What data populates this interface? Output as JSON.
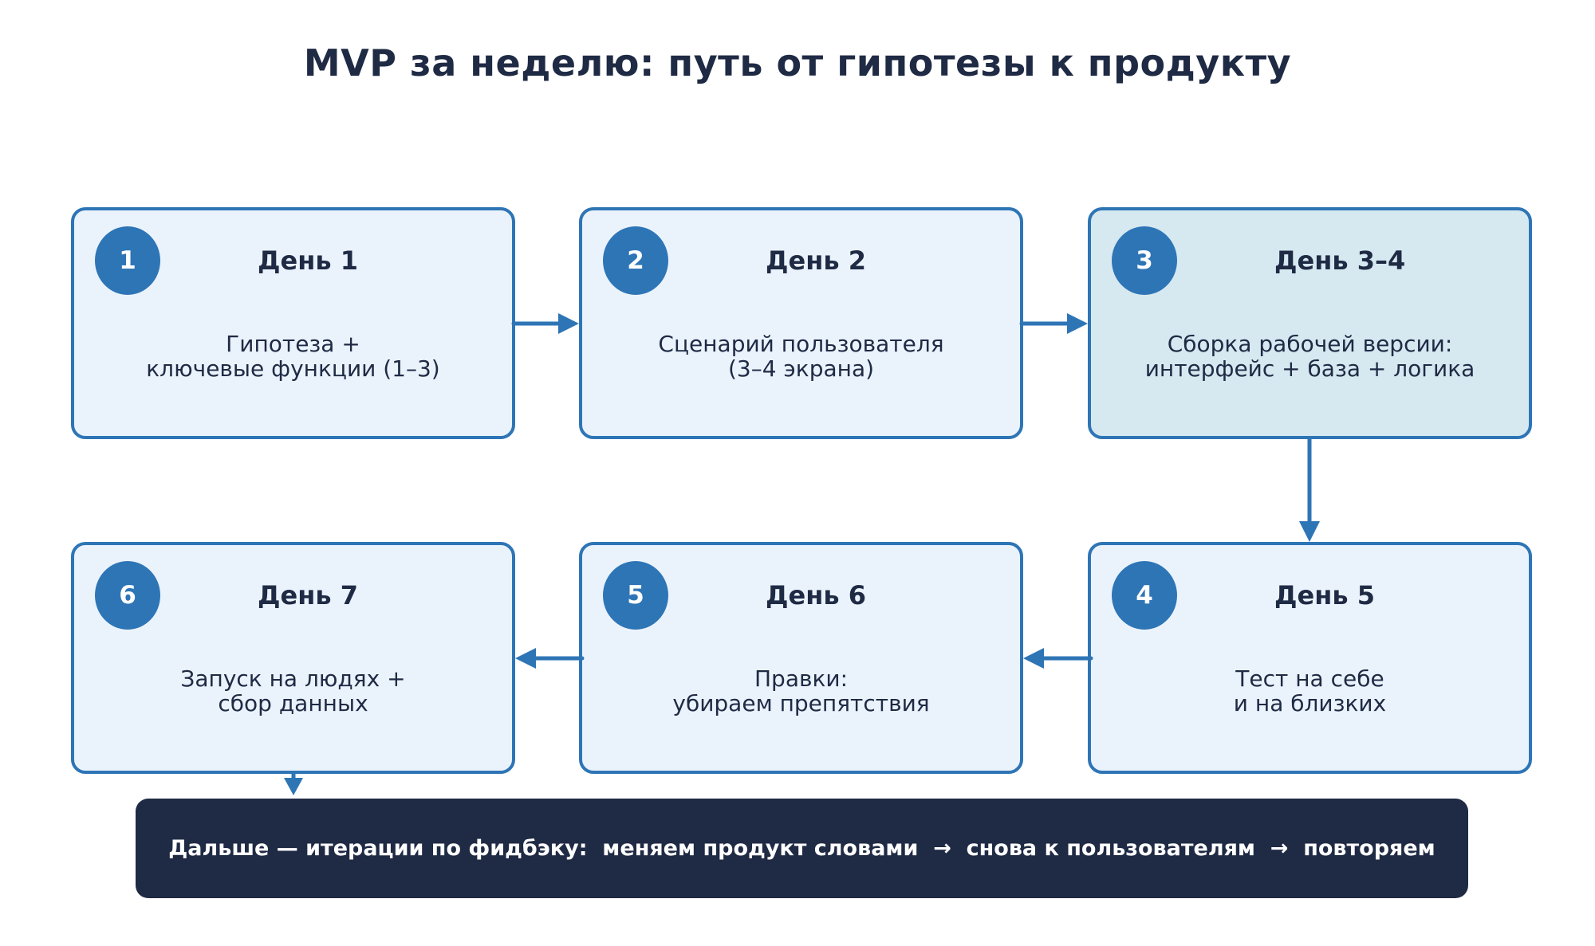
{
  "title": "MVP за неделю: путь от гипотезы к продукту",
  "steps": [
    {
      "number": "1",
      "day": "День 1",
      "lines": [
        "Гипотеза +",
        "ключевые функции (1–3)"
      ]
    },
    {
      "number": "2",
      "day": "День 2",
      "lines": [
        "Сценарий пользователя",
        "(3–4 экрана)"
      ]
    },
    {
      "number": "3",
      "day": "День 3–4",
      "lines": [
        "Сборка рабочей версии:",
        "интерфейс + база + логика"
      ]
    },
    {
      "number": "4",
      "day": "День 5",
      "lines": [
        "Тест на себе",
        "и на близких"
      ]
    },
    {
      "number": "5",
      "day": "День 6",
      "lines": [
        "Правки:",
        "убираем препятствия"
      ]
    },
    {
      "number": "6",
      "day": "День 7",
      "lines": [
        "Запуск на людях +",
        "сбор данных"
      ]
    }
  ],
  "banner": "Дальше — итерации по фидбэку:  меняем продукт словами  →  снова к пользователям  →  повторяем",
  "colors": {
    "accent": "#2e75b6",
    "box_fill": "#eaf3fc",
    "box_fill_highlight": "#d6e8f0",
    "dark": "#1f2a44"
  }
}
